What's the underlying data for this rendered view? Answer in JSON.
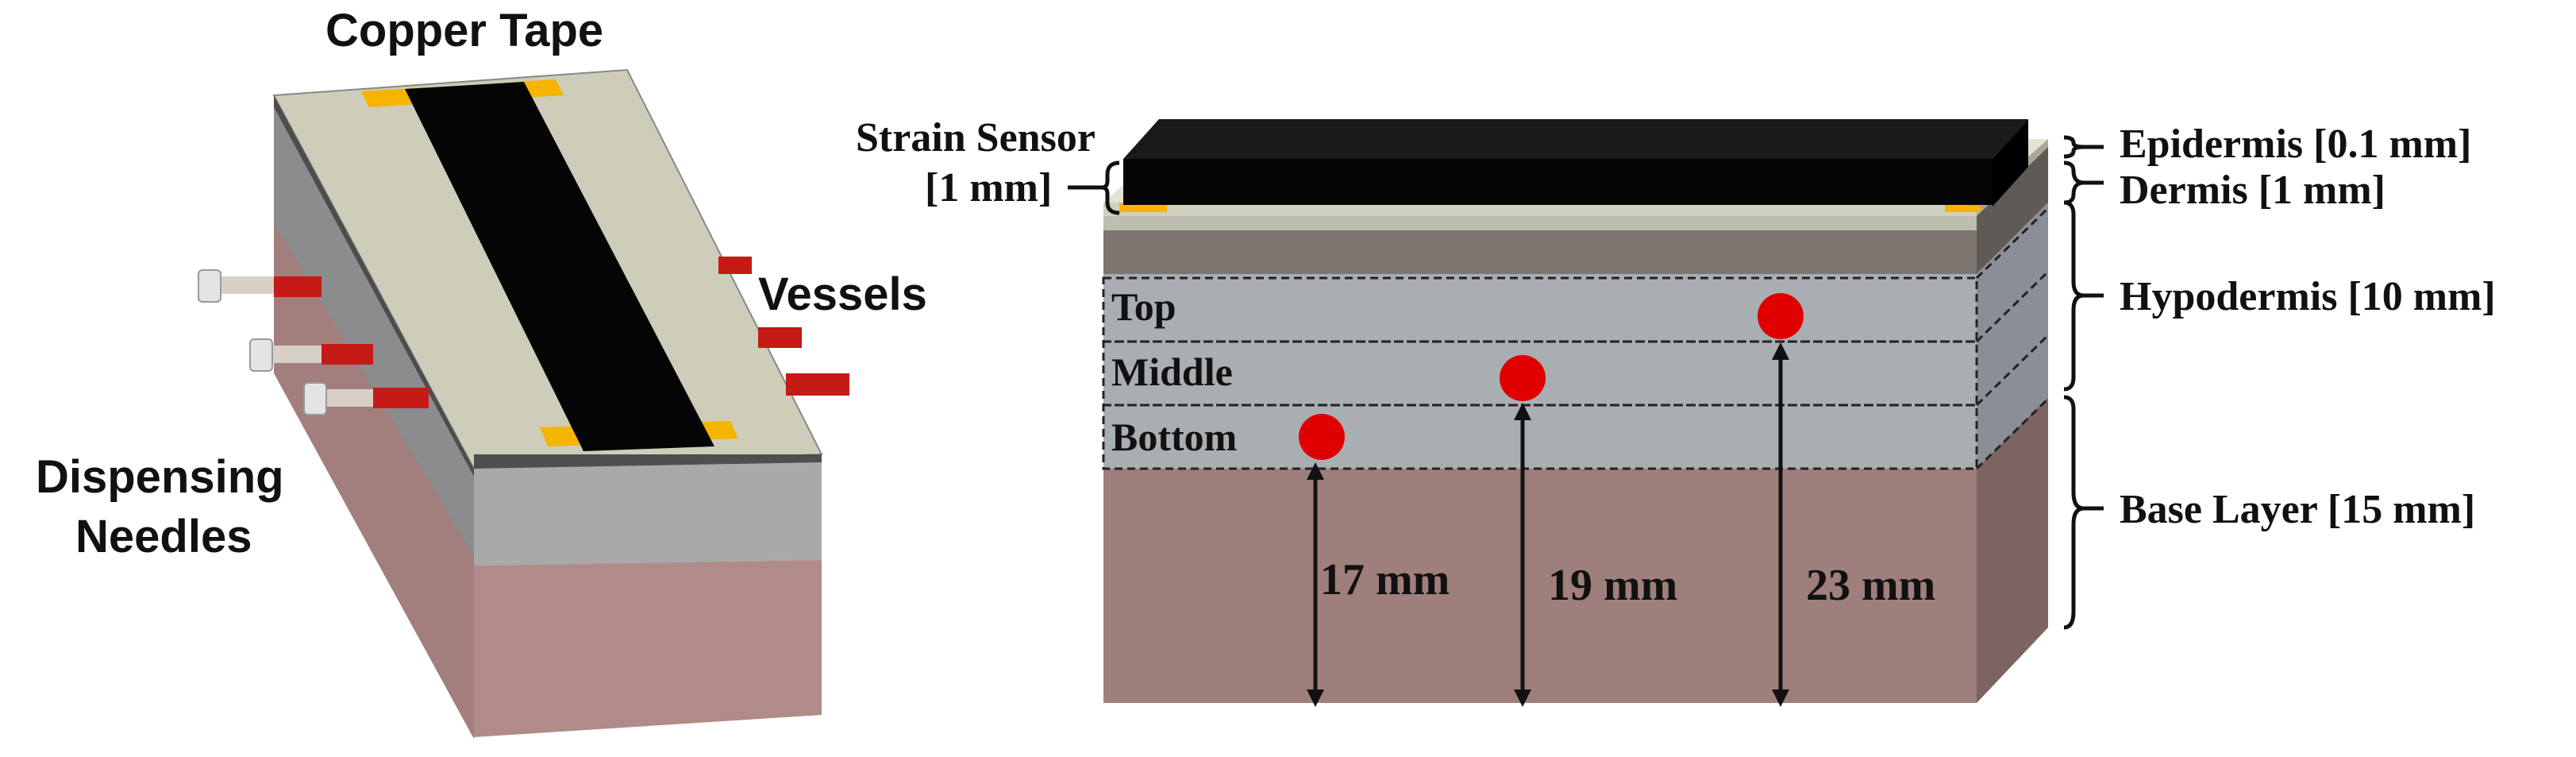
{
  "left_model": {
    "copper_tape_label": "Copper Tape",
    "vessels_label": "Vessels",
    "needles_label_line1": "Dispensing",
    "needles_label_line2": "Needles"
  },
  "cross_section": {
    "sensor_label_line1": "Strain Sensor",
    "sensor_label_line2": "[1 mm]",
    "regions": [
      "Top",
      "Middle",
      "Bottom"
    ],
    "depths": [
      "17 mm",
      "19 mm",
      "23 mm"
    ],
    "layers": {
      "epidermis": "Epidermis [0.1 mm]",
      "dermis": "Dermis [1 mm]",
      "hypodermis": "Hypodermis [10 mm]",
      "base": "Base Layer [15 mm]"
    }
  },
  "colors": {
    "sensor": "#111111",
    "copper_tape": "#f5b400",
    "epidermis": "#cfd0bd",
    "dermis": "#7d7670",
    "hypodermis": "#a9aeb3",
    "base": "#9e7f7b",
    "vessel": "#c51a16",
    "marker": "#e00000"
  }
}
